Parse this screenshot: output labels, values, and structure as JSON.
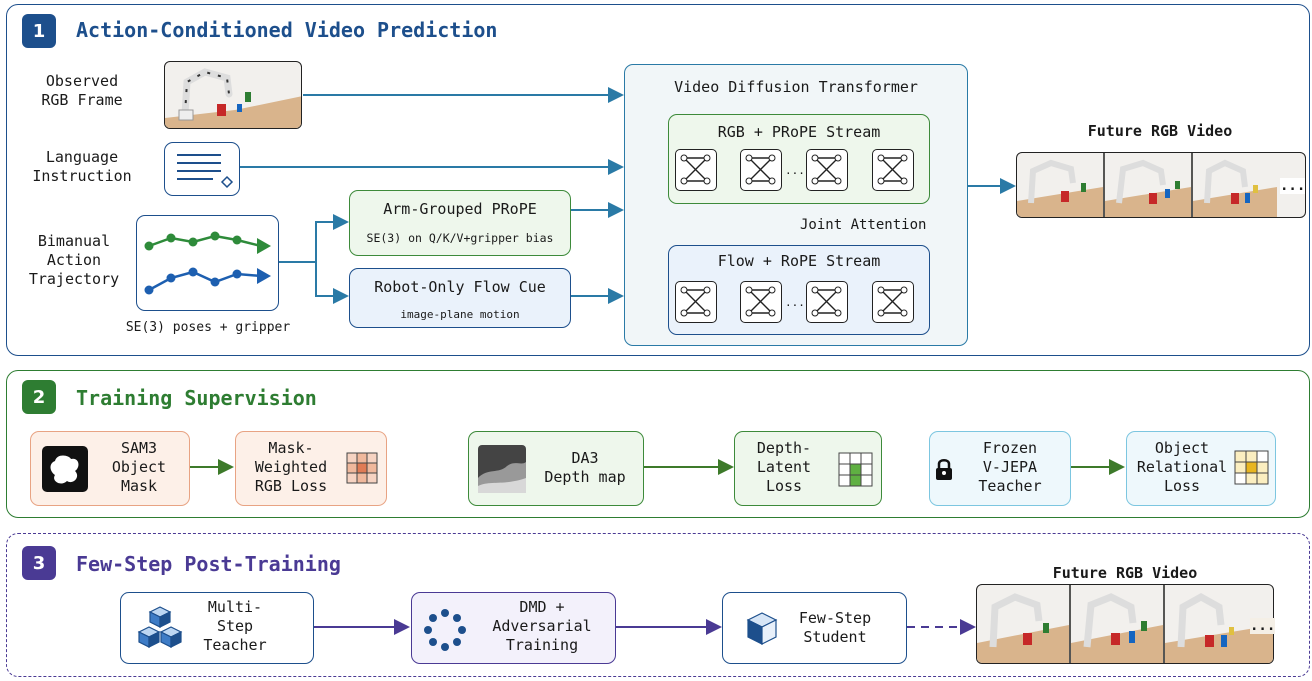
{
  "panel1": {
    "number": "1",
    "title": "Action-Conditioned Video Prediction",
    "observed_label": "Observed\nRGB Frame",
    "language_label": "Language\nInstruction",
    "trajectory_label": "Bimanual\nAction\nTrajectory",
    "trajectory_note": "SE(3) poses + gripper",
    "prope_title": "Arm-Grouped PRoPE",
    "prope_sub": "SE(3) on Q/K/V+gripper bias",
    "flowcue_title": "Robot-Only Flow Cue",
    "flowcue_sub": "image-plane motion",
    "dit_title": "Video Diffusion Transformer",
    "rgb_stream": "RGB + PRoPE Stream",
    "flow_stream": "Flow + RoPE Stream",
    "joint_attention": "Joint Attention",
    "output_title": "Future RGB Video",
    "ellipsis": "...",
    "dots": "..."
  },
  "panel2": {
    "number": "2",
    "title": "Training Supervision",
    "sam3": "SAM3\nObject\nMask",
    "mask_loss": "Mask-\nWeighted\nRGB Loss",
    "da3": "DA3\nDepth map",
    "depth_loss": "Depth-\nLatent\nLoss",
    "vjepa": "Frozen\nV-JEPA\nTeacher",
    "relational_loss": "Object\nRelational\nLoss"
  },
  "panel3": {
    "number": "3",
    "title": "Few-Step Post-Training",
    "teacher": "Multi-\nStep\nTeacher",
    "dmd": "DMD +\nAdversarial\nTraining",
    "student": "Few-Step\nStudent",
    "output_title": "Future RGB Video",
    "ellipsis": "..."
  },
  "colors": {
    "panel1": "#1d4f8c",
    "panel2": "#2e7d32",
    "panel3": "#4a3a94",
    "prope_bg": "#eef7ec",
    "flowcue_bg": "#eaf2fb",
    "dit_bg": "#f1f6f8"
  }
}
